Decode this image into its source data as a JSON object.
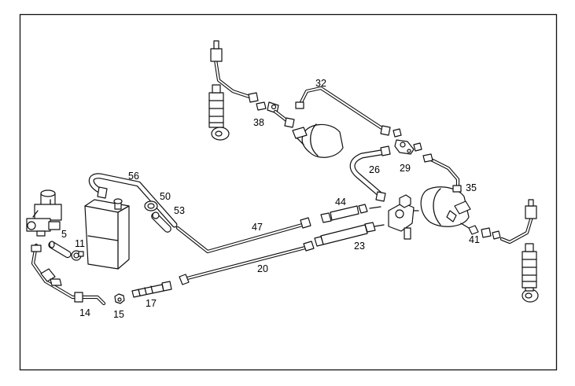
{
  "labels": {
    "p5": "5",
    "p11": "11",
    "p14": "14",
    "p15": "15",
    "p17": "17",
    "p20": "20",
    "p23": "23",
    "p26": "26",
    "p29": "29",
    "p32": "32",
    "p35": "35",
    "p38": "38",
    "p41": "41",
    "p44": "44",
    "p47": "47",
    "p50": "50",
    "p53": "53",
    "p56": "56"
  },
  "colors": {
    "line": "#111111",
    "background": "#ffffff"
  }
}
